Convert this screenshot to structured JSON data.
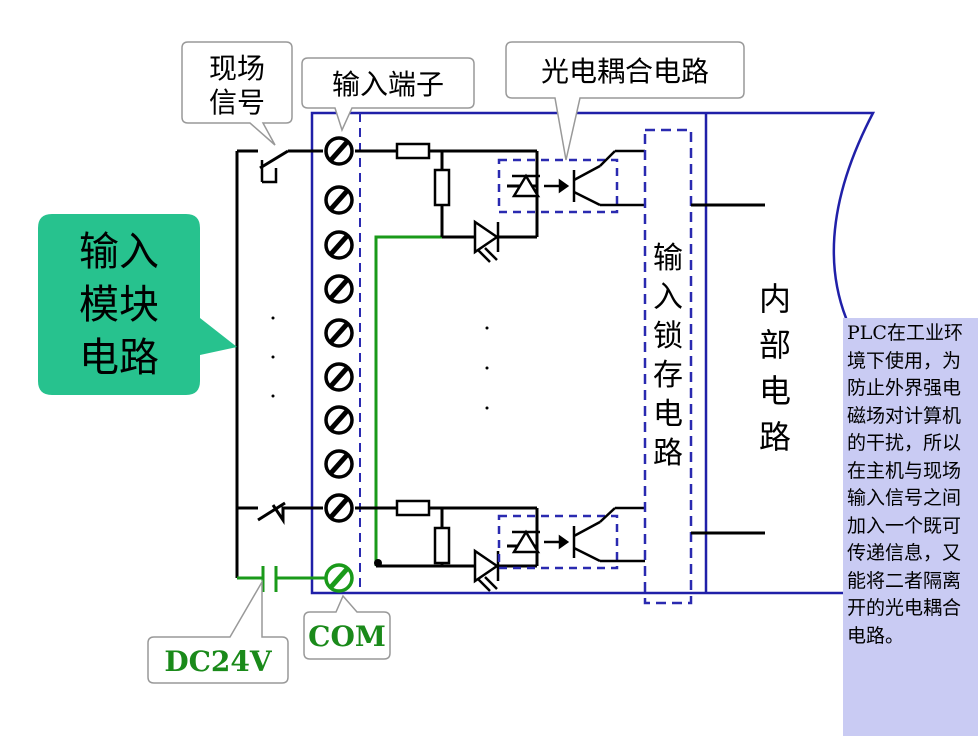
{
  "labels": {
    "field_signal": [
      "现场",
      "信号"
    ],
    "input_terminal": "输入端子",
    "optocoupler_circuit": "光电耦合电路",
    "input_module_circuit": [
      "输入",
      "模块",
      "电路"
    ],
    "input_latch_circuit": [
      "输",
      "入",
      "锁",
      "存",
      "电",
      "路"
    ],
    "internal_circuit": [
      "内",
      "部",
      "电",
      "路"
    ],
    "dc24v": "DC24V",
    "com": "COM"
  },
  "note": "PLC在工业环境下使用，为防止外界强电磁场对计算机的干扰，所以在主机与现场输入信号之间加入一个既可传递信息，又能将二者隔离开的光电耦合电路。",
  "colors": {
    "wire": "#000000",
    "blue_frame": "#2020a8",
    "dashed_box": "#2a2ab0",
    "green_wire": "#1a9a1a",
    "green_callout": "#27c28e",
    "dc_text": "#1a8a1a",
    "note_bg": "#c9cbf3"
  }
}
